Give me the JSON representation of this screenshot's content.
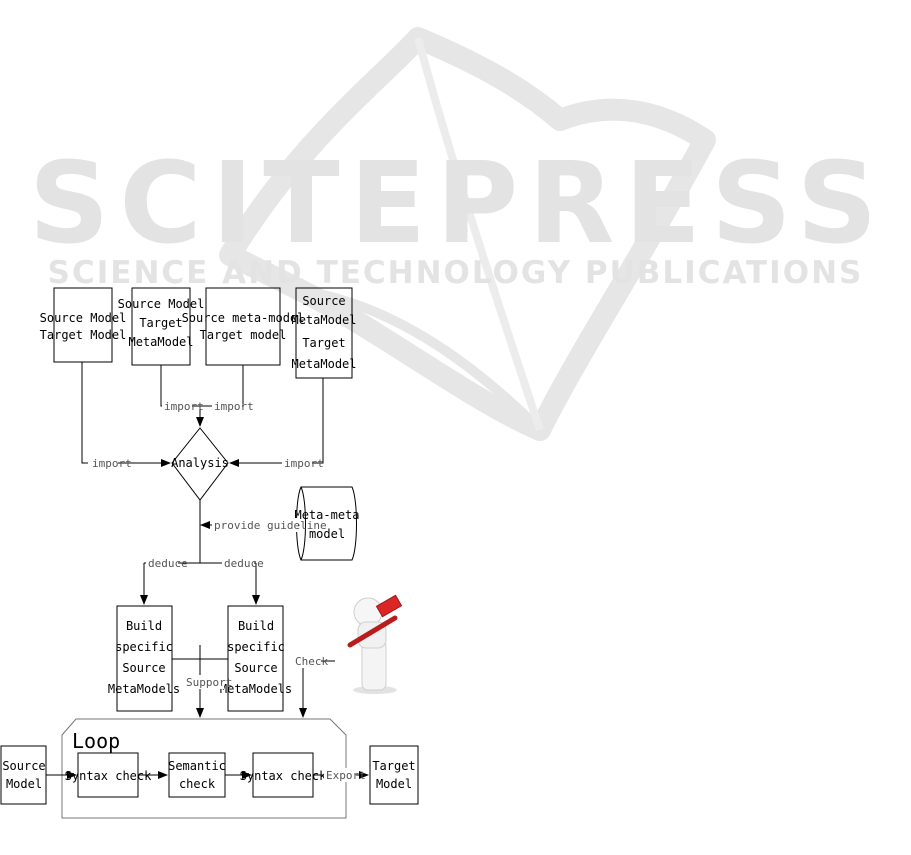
{
  "watermark": {
    "title": "SCITEPRESS",
    "subtitle": "SCIENCE AND TECHNOLOGY PUBLICATIONS"
  },
  "diagram": {
    "box_sm_tm": [
      "Source Model",
      "Target Model"
    ],
    "box_sm_tmm": [
      "Source Model",
      "Target",
      "MetaModel"
    ],
    "box_smm_tm": [
      "Source meta-model",
      "Target model"
    ],
    "box_smm_tmm": [
      "Source",
      "MetaModel",
      "Target",
      "MetaModel"
    ],
    "analysis": "Analysis",
    "meta_meta": [
      "Meta-meta",
      "model"
    ],
    "build_left": [
      "Build",
      "specific",
      "Source",
      "MetaModels"
    ],
    "build_right": [
      "Build",
      "specific",
      "Source",
      "MetaModels"
    ],
    "loop_title": "Loop",
    "source_model": [
      "Source",
      "Model"
    ],
    "syntax_check_1": "Syntax check",
    "semantic_check": [
      "Semantic",
      "check"
    ],
    "syntax_check_2": "Syntax check",
    "target_model": [
      "Target",
      "Model"
    ],
    "label_import_left": "import",
    "label_import_mid1": "import",
    "label_import_mid2": "import",
    "label_import_right": "import",
    "label_provide": "provide guideline",
    "label_deduce_left": "deduce",
    "label_deduce_right": "deduce",
    "label_support": "Support",
    "label_check": "Check",
    "label_export": "Export"
  }
}
